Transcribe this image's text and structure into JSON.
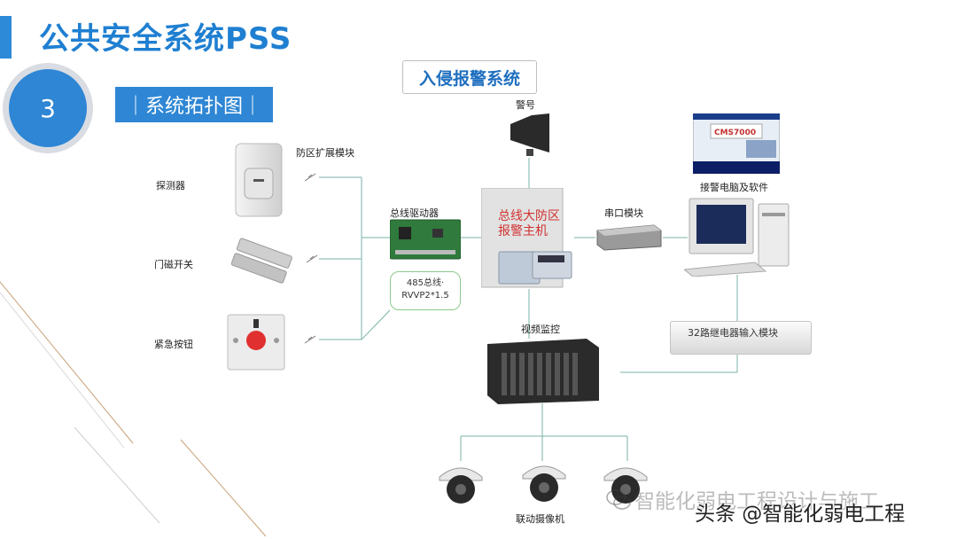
{
  "header": {
    "title": "公共安全系统PSS",
    "section_number": "3",
    "section_title": "｜系统拓扑图｜"
  },
  "diagram": {
    "system_title": "入侵报警系统",
    "labels": {
      "detector": "探测器",
      "zone_module": "防区扩展模块",
      "door_switch": "门磁开关",
      "emergency_button": "紧急按钮",
      "bus_driver": "总线驱动器",
      "bus_note_1": "485总线·",
      "bus_note_2": "RVVP2*1.5",
      "siren": "警号",
      "host_line1": "总线大防区",
      "host_line2": "报警主机",
      "serial_module": "串口模块",
      "alarm_pc": "接警电脑及软件",
      "relay_module": "32路继电器输入模块",
      "video": "视频监控",
      "cameras": "联动摄像机",
      "software_brand": "CMS7000"
    },
    "colors": {
      "accent": "#2e86d4",
      "title": "#1f7fd1",
      "host_text": "#d23232",
      "line": "#7ab3a8"
    }
  },
  "watermark": {
    "line1": "智能化弱电工程设计与施工",
    "line2": "头条 @智能化弱电工程"
  }
}
